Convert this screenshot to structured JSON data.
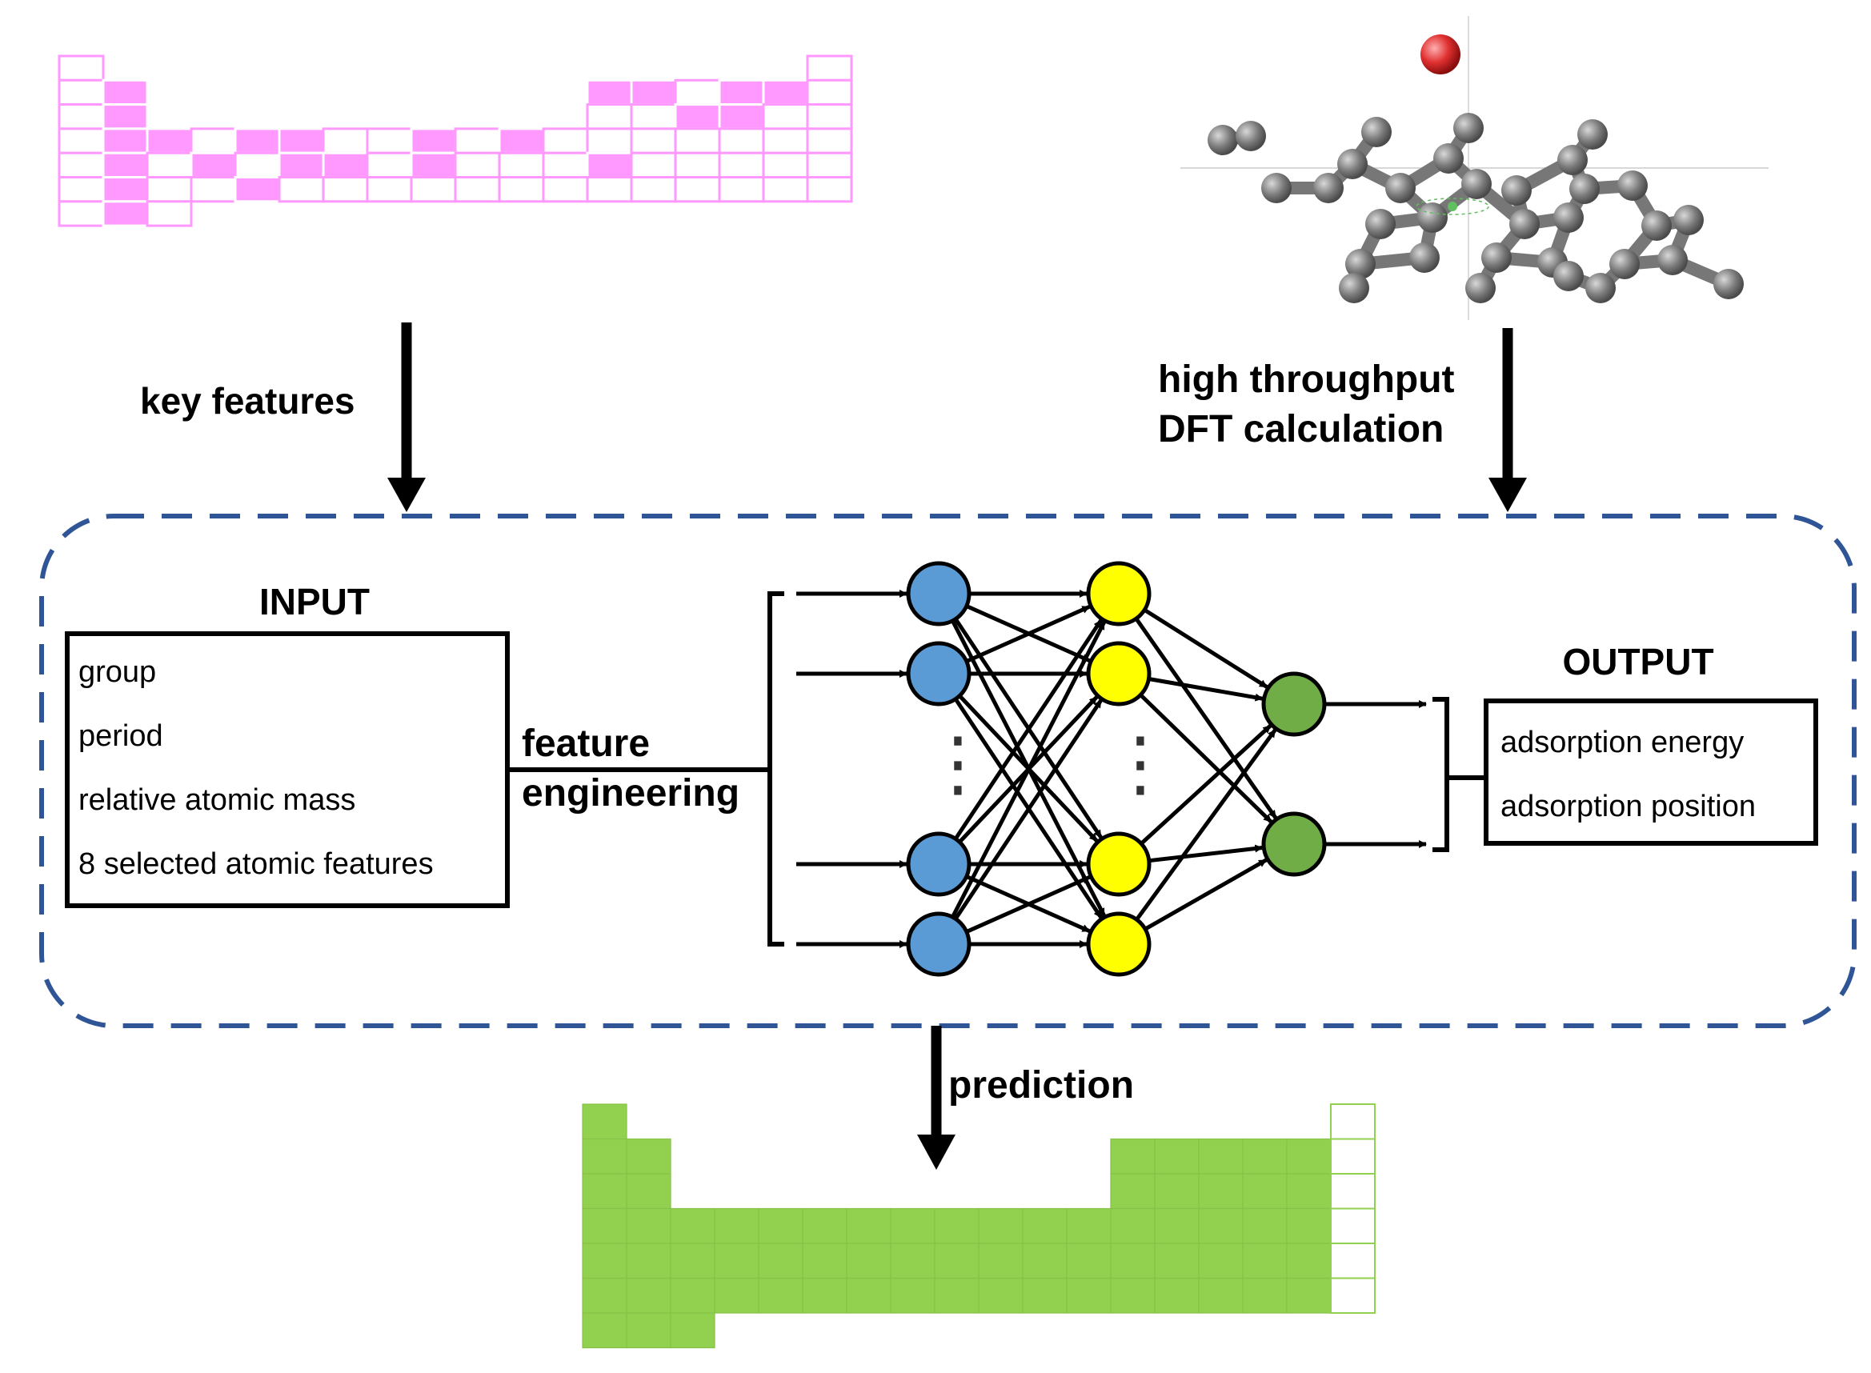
{
  "labels": {
    "key_features": "key features",
    "dft_line1": "high throughput",
    "dft_line2": "DFT calculation",
    "input_title": "INPUT",
    "feature_line1": "feature",
    "feature_line2": "engineering",
    "output_title": "OUTPUT",
    "prediction": "prediction"
  },
  "input_features": [
    "group",
    "period",
    "relative atomic mass",
    "8 selected atomic features"
  ],
  "outputs": [
    "adsorption energy",
    "adsorption position"
  ],
  "network": {
    "ellipsis": "⋮",
    "colors": {
      "input": "#5b9bd5",
      "hidden": "#ffff00",
      "output": "#70ad47"
    }
  },
  "colors": {
    "pink_fill": "#ff99ff",
    "pink_border": "#ff99ff",
    "green_fill": "#92d050",
    "dashed_border": "#2f5597",
    "atom_gray": "#6f6f6f",
    "atom_red": "#e03030"
  },
  "periodic_table": {
    "pink_layout": [
      "1________________1",
      "XX__________XXXXXX",
      "XX__________XXXXXX",
      "XXXXXXXXXXXXXXXXXX",
      "XXXXXXXXXXXXXXXXXX",
      "XXXXXXXXXXXXXXXXXX",
      "XXX_______________"
    ],
    "pink_highlight": [
      "0________________0",
      "01__________110110",
      "01__________001100",
      "011011001010000000",
      "010101101000100000",
      "010010000000000000",
      "010_______________"
    ],
    "green_layout": [
      "X________________E",
      "XX__________XXXXXE",
      "XX__________XXXXXE",
      "XXXXXXXXXXXXXXXXXE",
      "XXXXXXXXXXXXXXXXXE",
      "XXXXXXXXXXXXXXXXXE",
      "XXX_______________"
    ]
  }
}
